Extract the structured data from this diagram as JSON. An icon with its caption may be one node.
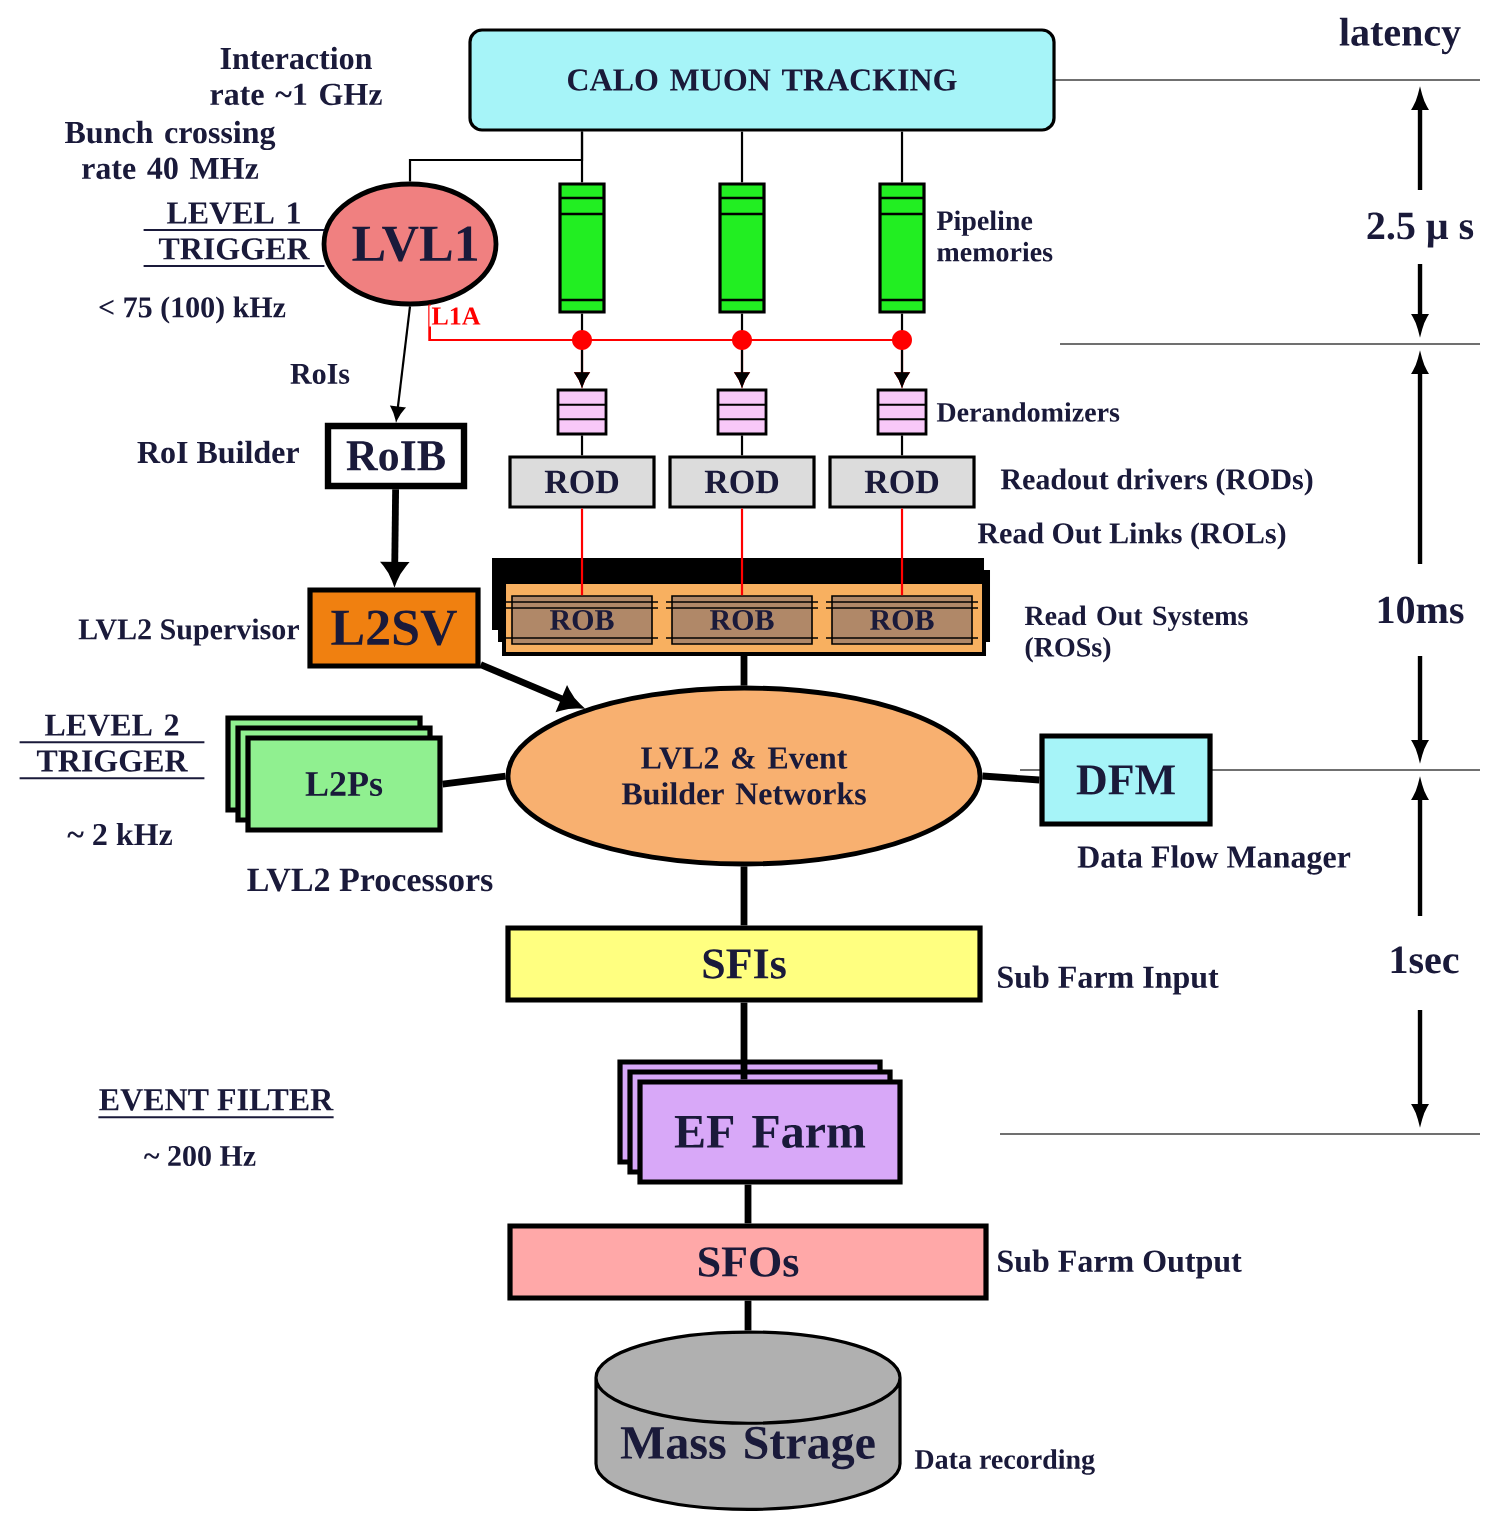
{
  "diagram": {
    "nodes": [
      {
        "text": [
          "CALO MUON TRACKING"
        ]
      },
      {
        "text": [
          "LVL1"
        ]
      },
      {
        "text": [],
        "shape": "bar"
      },
      {
        "text": [],
        "shape": "bar"
      },
      {
        "text": [],
        "shape": "bar",
        "beside": [
          "Pipeline memories"
        ]
      },
      {
        "text": [],
        "shape": "box"
      },
      {
        "text": [],
        "shape": "box"
      },
      {
        "text": [],
        "shape": "box",
        "beside": [
          "Derandomizers"
        ]
      },
      {
        "text": [
          "ROD"
        ]
      },
      {
        "text": [
          "ROD"
        ]
      },
      {
        "text": [
          "ROD"
        ],
        "beside": [
          "Readout drivers (RODs)"
        ]
      },
      {
        "text": [],
        "shape": "box",
        "beside": [
          "Read Out  Systems (ROSs)"
        ]
      },
      {
        "text": [
          "ROB"
        ],
        "in": 11
      },
      {
        "text": [
          "ROB"
        ],
        "in": 11
      },
      {
        "text": [
          "ROB"
        ],
        "in": 11
      },
      {
        "text": [
          "RoIB"
        ],
        "beside": [
          "RoI Builder"
        ]
      },
      {
        "text": [
          "L2SV"
        ],
        "beside": [
          "LVL2 Supervisor"
        ]
      },
      {
        "text": [
          "L2Ps"
        ]
      },
      {
        "text": [
          "LVL2 & Event Builder Networks"
        ]
      },
      {
        "text": [
          "DFM"
        ],
        "beside": [
          "Data Flow Manager"
        ]
      },
      {
        "text": [
          "SFIs"
        ],
        "beside": [
          "Sub Farm Input"
        ]
      },
      {
        "text": [
          "EF Farm"
        ]
      },
      {
        "text": [
          "SFOs"
        ],
        "beside": [
          "Sub Farm Output"
        ]
      },
      {
        "text": [
          "Mass Strage"
        ],
        "beside": [
          "Data recording"
        ]
      }
    ],
    "edges": [
      {
        "from": 0,
        "to": 1,
        "arrow": "none"
      },
      {
        "from": 0,
        "to": 2,
        "arrow": "none"
      },
      {
        "from": 0,
        "to": 3,
        "arrow": "none"
      },
      {
        "from": 0,
        "to": 4,
        "arrow": "none"
      },
      {
        "from": 1,
        "to": 15,
        "arrow": "to",
        "label": "RoIs"
      },
      {
        "from": 1,
        "to": 5,
        "arrow": "to",
        "label": "L1A",
        "color": "#ff0000"
      },
      {
        "from": 1,
        "to": 6,
        "arrow": "to",
        "color": "#ff0000"
      },
      {
        "from": 1,
        "to": 7,
        "arrow": "to",
        "color": "#ff0000"
      },
      {
        "from": 2,
        "to": 5,
        "arrow": "to"
      },
      {
        "from": 3,
        "to": 6,
        "arrow": "to"
      },
      {
        "from": 4,
        "to": 7,
        "arrow": "to"
      },
      {
        "from": 5,
        "to": 8,
        "arrow": "none"
      },
      {
        "from": 6,
        "to": 9,
        "arrow": "none"
      },
      {
        "from": 7,
        "to": 10,
        "arrow": "none"
      },
      {
        "from": 8,
        "to": 12,
        "arrow": "none",
        "color": "#ff0000"
      },
      {
        "from": 9,
        "to": 13,
        "arrow": "none",
        "color": "#ff0000"
      },
      {
        "from": 10,
        "to": 14,
        "arrow": "none",
        "color": "#ff0000"
      },
      {
        "from": 15,
        "to": 16,
        "arrow": "to",
        "style": "thick"
      },
      {
        "from": 16,
        "to": 18,
        "arrow": "to",
        "style": "thick"
      },
      {
        "from": 17,
        "to": 18,
        "arrow": "none",
        "style": "thick"
      },
      {
        "from": 18,
        "to": 19,
        "arrow": "none",
        "style": "thick"
      },
      {
        "from": 11,
        "to": 18,
        "arrow": "none",
        "style": "thick"
      },
      {
        "from": 18,
        "to": 20,
        "arrow": "none",
        "style": "thick"
      },
      {
        "from": 20,
        "to": 21,
        "arrow": "none",
        "style": "thick"
      },
      {
        "from": 21,
        "to": 22,
        "arrow": "none",
        "style": "thick"
      },
      {
        "from": 22,
        "to": 23,
        "arrow": "none",
        "style": "thick"
      }
    ],
    "labels": [
      "Interaction rate ~1 GHz",
      "latency",
      "Bunch crossing rate 40 MHz",
      "LEVEL 1 TRIGGER",
      "2.5 μ s",
      "< 75 (100) kHz",
      "Read Out Links (ROLs)",
      "10ms",
      "LEVEL 2 TRIGGER",
      "~ 2 kHz",
      "LVL2 Processors",
      "1sec",
      "EVENT FILTER",
      "~ 200 Hz"
    ]
  }
}
